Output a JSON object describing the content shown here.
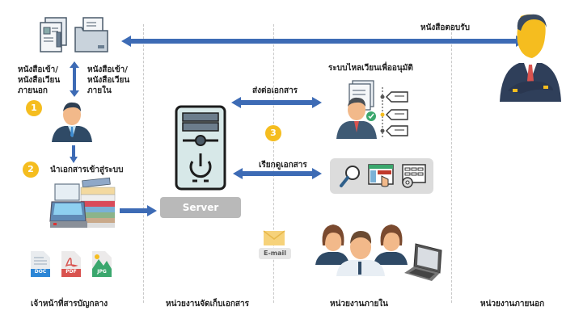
{
  "diagram": {
    "colors": {
      "arrow": "#3d6bb5",
      "badge": "#f5bd1f",
      "server_label_bg": "#b9b9b9",
      "divider": "#c8c8c8",
      "tool_box_bg": "#dcdcdc"
    },
    "top_flow": {
      "label": "หนังสือตอบรับ"
    },
    "left_column": {
      "external_label_lines": [
        "หนังสือเข้า/",
        "หนังสือเวียน",
        "ภายนอก"
      ],
      "internal_label_lines": [
        "หนังสือเข้า/",
        "หนังสือเวียน",
        "ภายใน"
      ],
      "step1": "1",
      "step2": "2",
      "step2_label": "นำเอกสารเข้าสู่ระบบ",
      "file_types": [
        "DOC",
        "PDF",
        "JPG"
      ],
      "section_title": "เจ้าหน้าที่สารบัญกลาง"
    },
    "middle_column": {
      "server_label": "Server",
      "forward_label": "ส่งต่อเอกสาร",
      "retrieve_label": "เรียกดูเอกสาร",
      "step3": "3",
      "email_label": "E-mail",
      "section_title": "หน่วยงานจัดเก็บเอกสาร"
    },
    "internal_column": {
      "approval_label": "ระบบไหลเวียนเพื่ออนุมัติ",
      "section_title": "หน่วยงานภายใน"
    },
    "external_column": {
      "section_title": "หน่วยงานภายนอก"
    }
  }
}
